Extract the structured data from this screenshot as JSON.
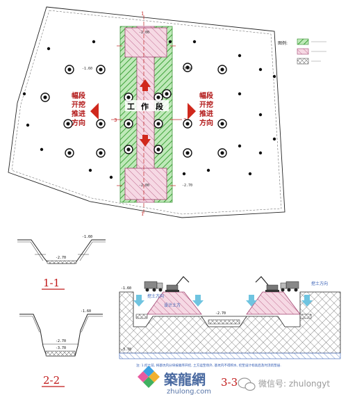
{
  "plan": {
    "legend_title": "图例:",
    "center_label": [
      "工",
      "作",
      "段"
    ],
    "left_label": [
      "幅段",
      "开挖",
      "推进",
      "方向"
    ],
    "right_label": [
      "幅段",
      "开挖",
      "推进",
      "方向"
    ],
    "axis_mark": "1",
    "side_mark": "3",
    "dims": [
      "-2.00",
      "-1.60",
      "-1.60",
      "-2.00",
      "-2.70"
    ]
  },
  "sections": {
    "s11": {
      "label": "1-1",
      "top": "-1.60",
      "bottom": "-2.70"
    },
    "s22": {
      "label": "2-2",
      "top": "-1.60",
      "bottom": "-2.70",
      "deep": "-3.70"
    },
    "s33": {
      "label": "3-3",
      "left_tag": "挖土方向",
      "mid_tag": "设计土方",
      "right_tag": "挖土方向",
      "top": "-1.60",
      "bottom": "-2.70",
      "deep": "-3.70"
    },
    "note": "注: 1.挖土前, 将基坑内分块按顺序开挖, 土方运至场外, 基坑内不得积水, 挖至设计标高后及时浇筑垫层."
  },
  "watermark": {
    "brand_cn": "築龍網",
    "brand_url": "zhulong.com",
    "wechat": "微信号: zhulongyt"
  },
  "colors": {
    "green": "#7fd37a",
    "pink": "#e8b4c8",
    "red": "#d0281c",
    "cyan": "#6fc4e0",
    "blue": "#2a55b0"
  }
}
